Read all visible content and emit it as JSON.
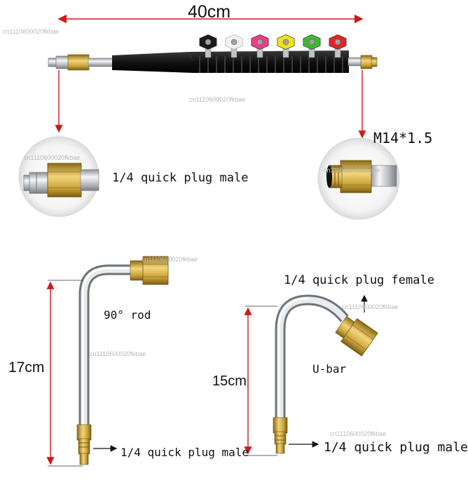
{
  "dimensions": {
    "total_length": "40cm",
    "rod_90_length": "17cm",
    "u_bar_length": "15cm"
  },
  "labels": {
    "thread_spec": "M14*1.5",
    "quick_plug_male_top": "1/4 quick plug male",
    "rod_90_name": "90°  rod",
    "quick_plug_male_rod": "1/4 quick plug male",
    "quick_plug_female": "1/4 quick plug female",
    "u_bar_name": "U-bar",
    "quick_plug_male_ubar": "1/4 quick plug male"
  },
  "watermark": "cn1110600020fkbae",
  "nozzle_tips": [
    {
      "color": "#1a1a1a",
      "icon": "nozzle-tip-icon"
    },
    {
      "color": "#f2f2f2",
      "icon": "nozzle-tip-icon"
    },
    {
      "color": "#ee3c8a",
      "icon": "nozzle-tip-icon"
    },
    {
      "color": "#f3e312",
      "icon": "nozzle-tip-icon"
    },
    {
      "color": "#3fb82e",
      "icon": "nozzle-tip-icon"
    },
    {
      "color": "#e3232a",
      "icon": "nozzle-tip-icon"
    }
  ],
  "colors": {
    "dimension_red": "#d01818",
    "brass": "#c9a23a",
    "steel": "#cfd3d7",
    "grip_black": "#151515"
  }
}
